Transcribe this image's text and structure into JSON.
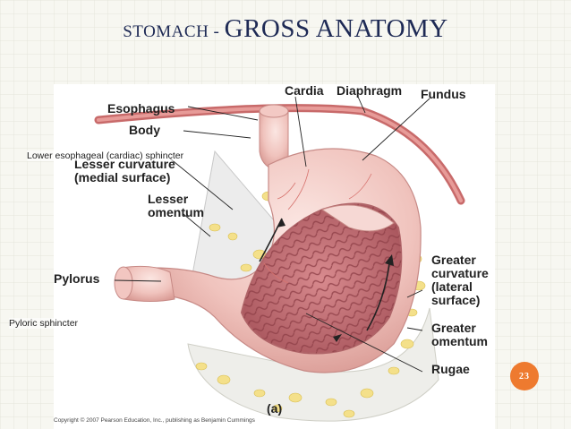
{
  "slide": {
    "title_prefix": "STOMACH - ",
    "title_main": "GROSS ANATOMY",
    "page_number": "23",
    "accent_color": "#ee7a2f",
    "title_color": "#1e2a55"
  },
  "figure": {
    "labels": {
      "cardia": "Cardia",
      "diaphragm": "Diaphragm",
      "fundus": "Fundus",
      "esophagus": "Esophagus",
      "body": "Body",
      "lesser_curvature": "Lesser curvature\n(medial surface)",
      "lesser_omentum": "Lesser\nomentum",
      "pylorus": "Pylorus",
      "greater_curvature": "Greater\ncurvature\n(lateral\nsurface)",
      "greater_omentum": "Greater\nomentum",
      "rugae": "Rugae",
      "panel": "(a)"
    },
    "copyright": "Copyright © 2007 Pearson Education, Inc., publishing as Benjamin Cummings"
  },
  "annotations": {
    "lower_esophageal_sphincter": "Lower esophageal (cardiac) sphincter",
    "pyloric_sphincter": "Pyloric sphincter"
  }
}
